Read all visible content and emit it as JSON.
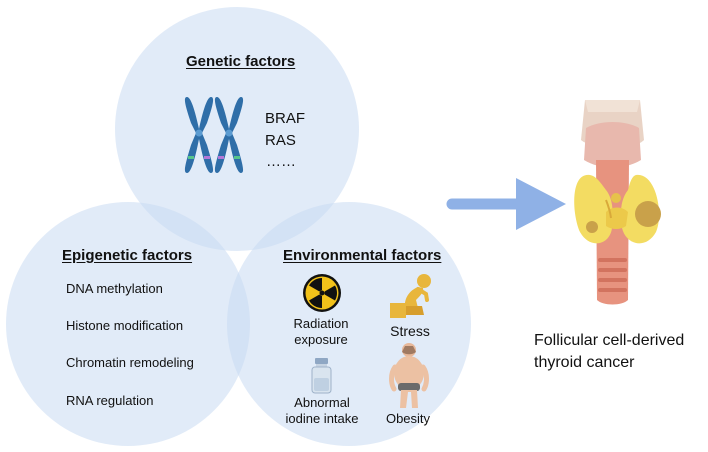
{
  "genetic": {
    "heading": "Genetic factors",
    "genes": [
      "BRAF",
      "RAS",
      "……"
    ]
  },
  "epigenetic": {
    "heading": "Epigenetic factors",
    "items": [
      "DNA methylation",
      "Histone modification",
      "Chromatin remodeling",
      "RNA regulation"
    ]
  },
  "environmental": {
    "heading": "Environmental factors",
    "radiation": [
      "Radiation",
      "exposure"
    ],
    "stress": "Stress",
    "iodine": [
      "Abnormal",
      "iodine intake"
    ],
    "obesity": "Obesity"
  },
  "outcome": {
    "caption": [
      "Follicular cell-derived",
      "thyroid cancer"
    ]
  },
  "colors": {
    "circle_fill": "#c9daf3",
    "arrow": "#8fb1e6",
    "chromosome": "#2f6ea8",
    "radiation_yellow": "#f2c21a",
    "stress_yellow": "#e8b63c",
    "thyroid_yellow": "#f3dc62",
    "cartilage": "#e9d3c5",
    "trachea": "#e7937f"
  }
}
